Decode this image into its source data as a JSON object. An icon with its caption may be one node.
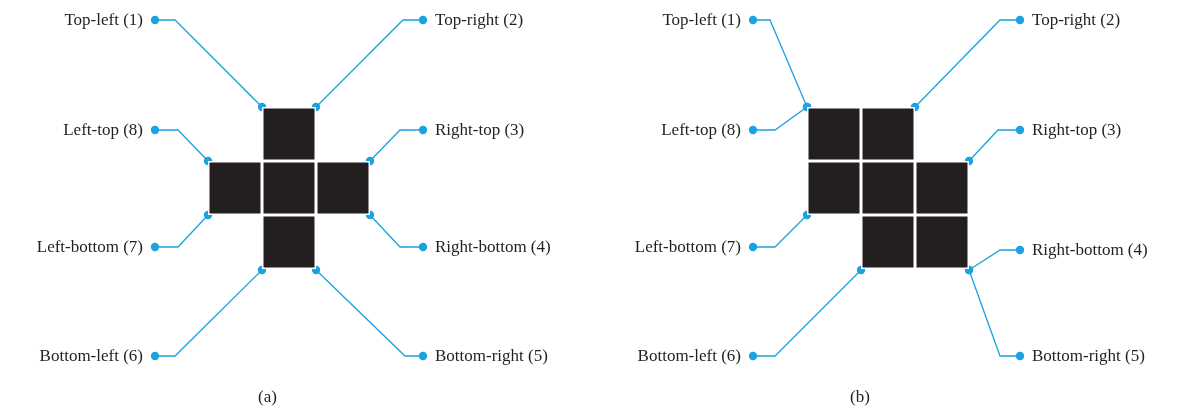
{
  "diagram": {
    "nodes": [
      {
        "text": [],
        "shape": "picture"
      },
      {
        "text": [
          "Top-left (1)"
        ]
      },
      {
        "text": [
          "Top-right (2)"
        ]
      },
      {
        "text": [
          "Left-top (8)"
        ]
      },
      {
        "text": [
          "Right-top (3)"
        ]
      },
      {
        "text": [
          "Left-bottom (7)"
        ]
      },
      {
        "text": [
          "Right-bottom (4)"
        ]
      },
      {
        "text": [
          "Bottom-left (6)"
        ]
      },
      {
        "text": [
          "Bottom-right (5)"
        ]
      },
      {
        "text": [],
        "shape": "picture"
      },
      {
        "text": [
          "Top-left (1)"
        ]
      },
      {
        "text": [
          "Top-right (2)"
        ]
      },
      {
        "text": [
          "Left-top (8)"
        ]
      },
      {
        "text": [
          "Right-top (3)"
        ]
      },
      {
        "text": [
          "Left-bottom (7)"
        ]
      },
      {
        "text": [
          "Right-bottom (4)"
        ]
      },
      {
        "text": [
          "Bottom-left (6)"
        ]
      },
      {
        "text": [
          "Bottom-right (5)"
        ]
      }
    ],
    "edges": [
      {
        "from": 1,
        "to": 0,
        "arrow": "other"
      },
      {
        "from": 2,
        "to": 0,
        "arrow": "other"
      },
      {
        "from": 3,
        "to": 0,
        "arrow": "other"
      },
      {
        "from": 4,
        "to": 0,
        "arrow": "other"
      },
      {
        "from": 5,
        "to": 0,
        "arrow": "other"
      },
      {
        "from": 6,
        "to": 0,
        "arrow": "other"
      },
      {
        "from": 7,
        "to": 0,
        "arrow": "other"
      },
      {
        "from": 8,
        "to": 0,
        "arrow": "other"
      },
      {
        "from": 10,
        "to": 9,
        "arrow": "other"
      },
      {
        "from": 11,
        "to": 9,
        "arrow": "other"
      },
      {
        "from": 12,
        "to": 9,
        "arrow": "other"
      },
      {
        "from": 13,
        "to": 9,
        "arrow": "other"
      },
      {
        "from": 14,
        "to": 9,
        "arrow": "other"
      },
      {
        "from": 15,
        "to": 9,
        "arrow": "other"
      },
      {
        "from": 16,
        "to": 9,
        "arrow": "other"
      },
      {
        "from": 17,
        "to": 9,
        "arrow": "other"
      }
    ],
    "labels": [
      "(a)",
      "(b)"
    ]
  }
}
